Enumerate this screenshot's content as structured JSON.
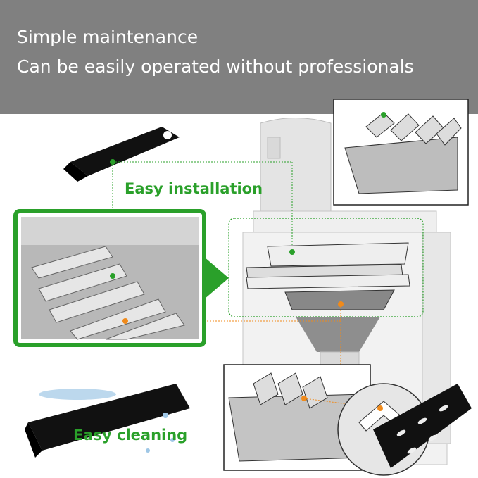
{
  "banner": {
    "line1": "Simple maintenance",
    "line2": "Can be easily operated without professionals"
  },
  "labels": {
    "installation": "Easy installation",
    "cleaning": "Easy cleaning"
  },
  "colors": {
    "banner_bg": "#808080",
    "banner_text": "#ffffff",
    "accent_green": "#2aa02a",
    "accent_orange": "#f08a1a",
    "product_black": "#111111"
  },
  "icons": {
    "install_marker": "green-dot-icon",
    "clean_marker": "orange-dot-icon"
  }
}
